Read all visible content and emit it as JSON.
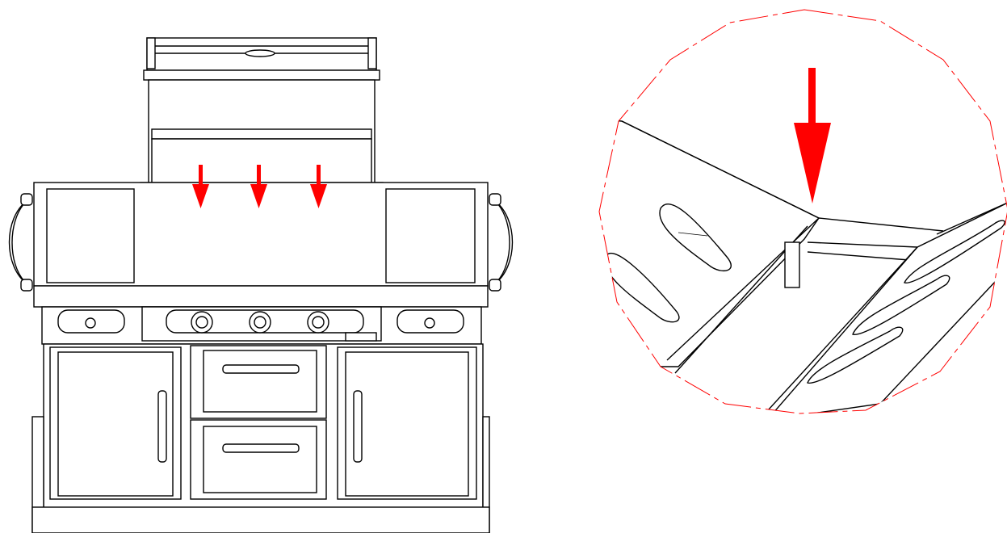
{
  "figure": {
    "kind": "assembly-instruction-illustration",
    "panels": [
      {
        "id": "grill-front-view",
        "icon": "bbq-island-grill"
      },
      {
        "id": "detail-zoom",
        "icon": "heat-tent-detail"
      }
    ],
    "colors": {
      "line": "#000000",
      "arrow": "#ff0000",
      "detail_circle": "#ff0000",
      "background": "#ffffff"
    },
    "arrows": {
      "main_view_count": 3,
      "detail_view_count": 1,
      "direction": "down"
    }
  }
}
